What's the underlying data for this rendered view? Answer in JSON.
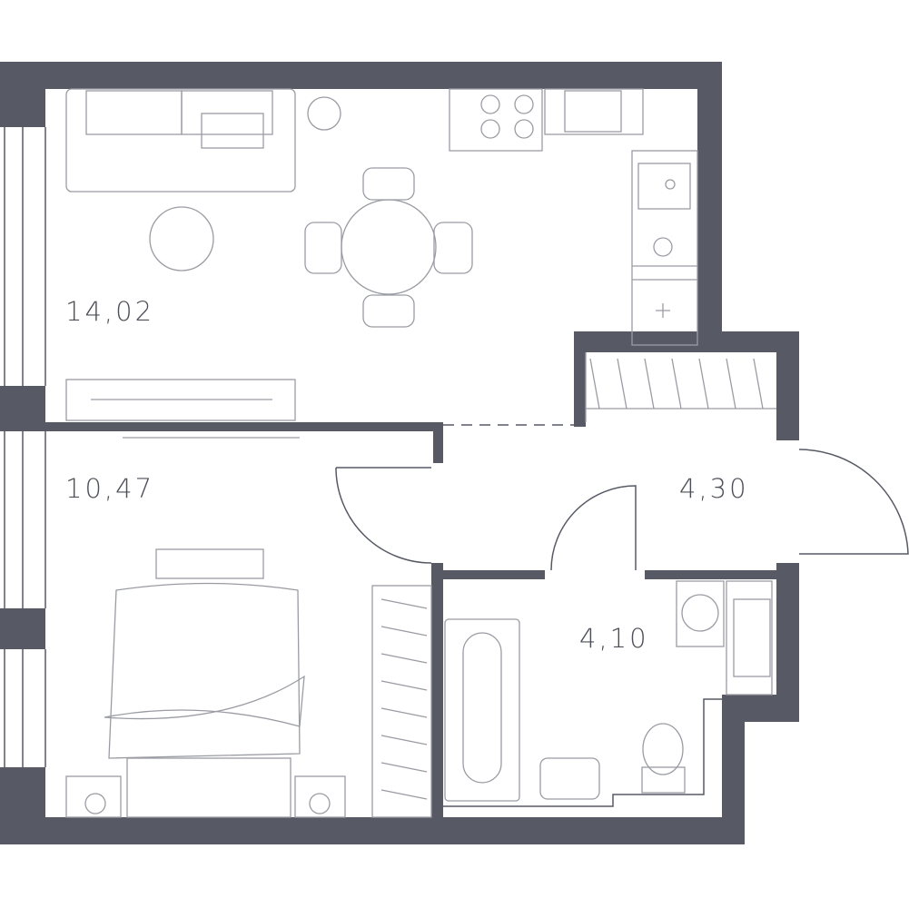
{
  "rooms": [
    {
      "name": "living-kitchen",
      "area": "14,02"
    },
    {
      "name": "bedroom",
      "area": "10,47"
    },
    {
      "name": "hallway",
      "area": "4,30"
    },
    {
      "name": "bathroom",
      "area": "4,10"
    }
  ],
  "colors": {
    "wall": "#575a65",
    "furniture": "#9a9ca3",
    "label": "#4d4f58"
  }
}
